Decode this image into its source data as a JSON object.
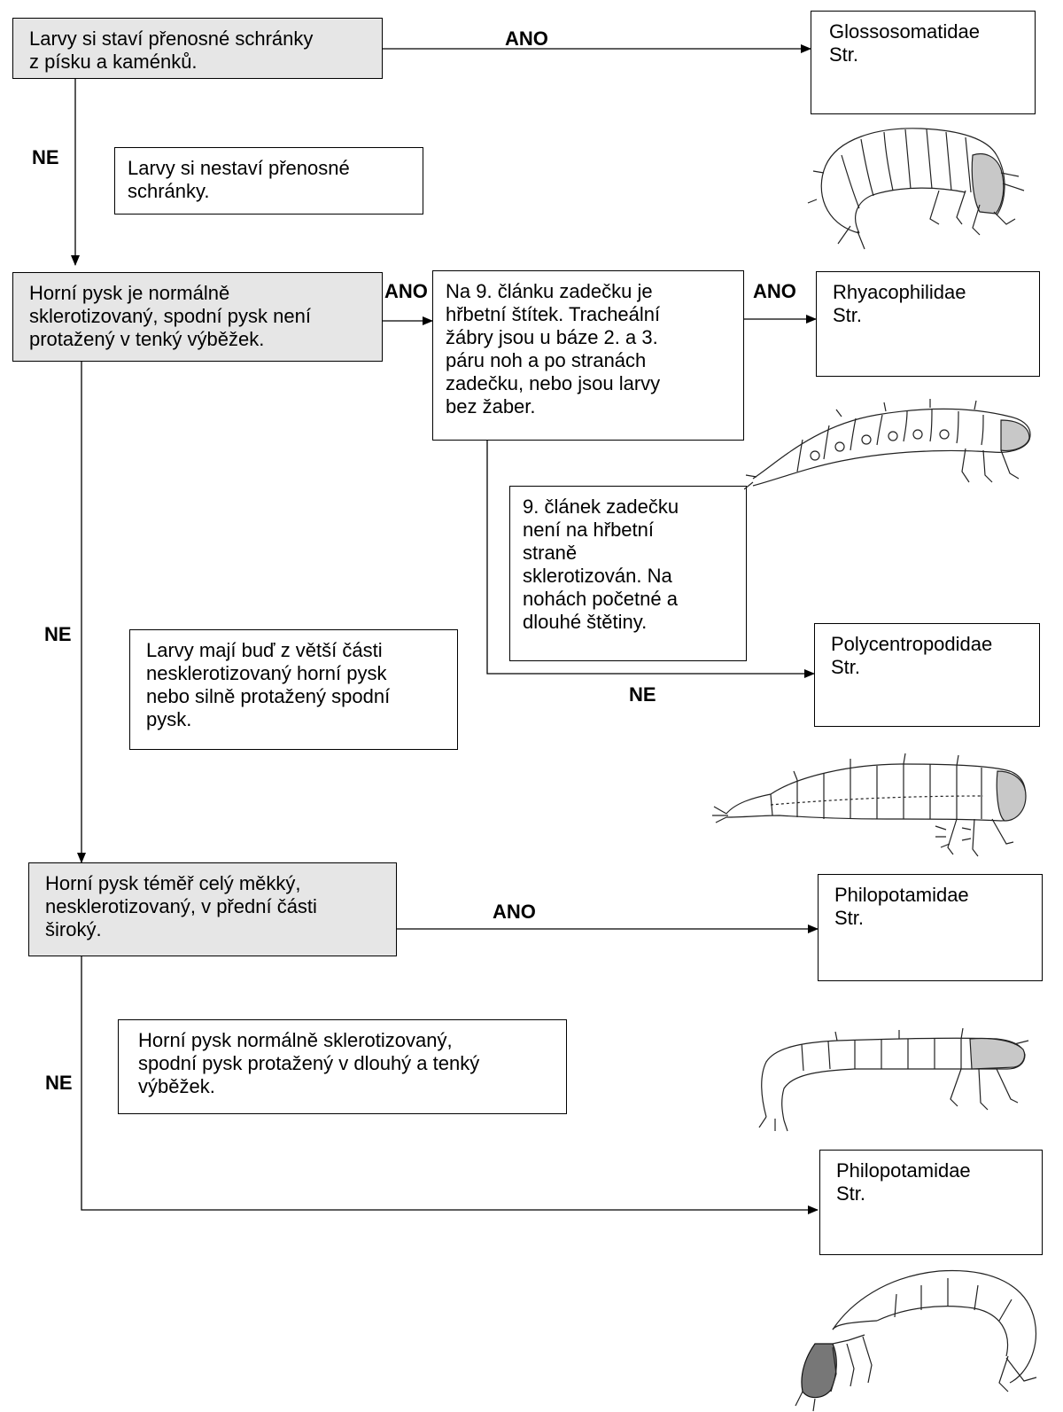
{
  "edges": {
    "yes": "ANO",
    "no": "NE"
  },
  "questions": {
    "q1": "Larvy si staví přenosné schránky\nz písku a kaménků.",
    "q1_alt": "Larvy si nestaví přenosné\nschránky.",
    "q2": "Horní pysk je normálně\nsklerotizovaný, spodní pysk není\nprotažený v tenký výběžek.",
    "q2_alt": "Larvy mají buď z větší části\nnesklerotizovaný horní pysk\nnebo silně protažený spodní\npysk.",
    "q3": "Na 9. článku zadečku je\nhřbetní štítek. Tracheální\nžábry jsou u báze 2. a 3.\npáru noh a po stranách\nzadečku, nebo jsou larvy\nbez žaber.",
    "q3_alt": "9. článek zadečku\nnení na hřbetní\nstraně\nsklerotizován. Na\nnohách početné a\ndlouhé štětiny.",
    "q4": "Horní pysk téměř celý měkký,\nnesklerotizovaný, v přední části\nširoký.",
    "q4_alt": "Horní pysk normálně sklerotizovaný,\nspodní pysk protažený v dlouhý a tenký\nvýběžek."
  },
  "results": {
    "r1": {
      "family": "Glossosomatidae",
      "ref": "Str."
    },
    "r2": {
      "family": "Rhyacophilidae",
      "ref": "Str."
    },
    "r3": {
      "family": "Polycentropodidae",
      "ref": "Str."
    },
    "r4": {
      "family": "Philopotamidae",
      "ref": "Str."
    },
    "r5": {
      "family": "Philopotamidae",
      "ref": "Str."
    }
  },
  "colors": {
    "question_fill": "#e6e6e6",
    "line": "#000000"
  }
}
